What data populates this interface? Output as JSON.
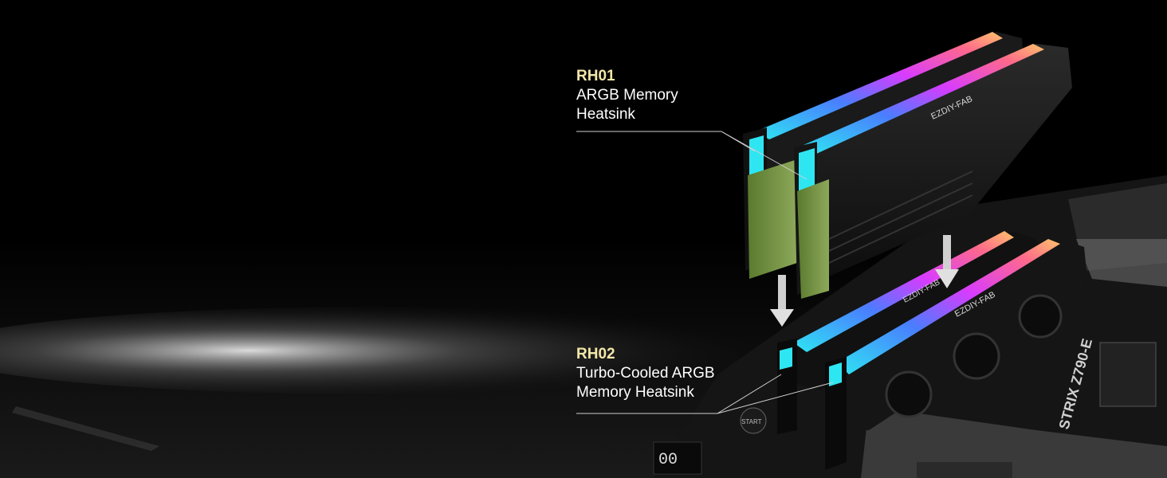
{
  "labels": {
    "rh01": {
      "model": "RH01",
      "line1": "ARGB Memory",
      "line2": "Heatsink"
    },
    "rh02": {
      "model": "RH02",
      "line1": "Turbo-Cooled ARGB",
      "line2": "Memory Heatsink"
    }
  },
  "engravings": {
    "brand": "EZDIY-FAB",
    "board_text": "STRIX Z790-E",
    "start_text": "START"
  },
  "colors": {
    "background": "#000000",
    "model_label": "#f3e7a8",
    "text": "#ffffff",
    "rgb_cyan": "#2ee6f2",
    "rgb_magenta": "#d83cff",
    "rgb_orange": "#ffb347"
  }
}
